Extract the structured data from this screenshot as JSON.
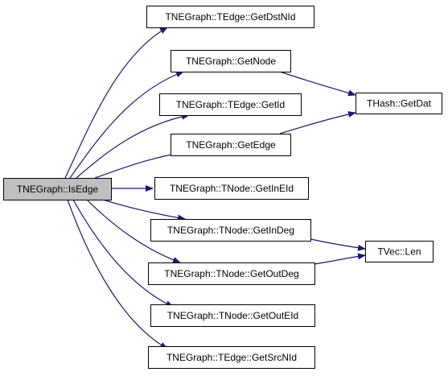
{
  "colors": {
    "edge": "#191970",
    "node_fill": "#ffffff",
    "root_fill": "#bfbfbf",
    "node_border": "#000000"
  },
  "nodes": [
    {
      "id": "isedge",
      "label": "TNEGraph::IsEdge",
      "root": true
    },
    {
      "id": "getdstnid",
      "label": "TNEGraph::TEdge::GetDstNId"
    },
    {
      "id": "getnode",
      "label": "TNEGraph::GetNode"
    },
    {
      "id": "tedge_getid",
      "label": "TNEGraph::TEdge::GetId"
    },
    {
      "id": "getedge",
      "label": "TNEGraph::GetEdge"
    },
    {
      "id": "getineid",
      "label": "TNEGraph::TNode::GetInEId"
    },
    {
      "id": "getindeg",
      "label": "TNEGraph::TNode::GetInDeg"
    },
    {
      "id": "getoutdeg",
      "label": "TNEGraph::TNode::GetOutDeg"
    },
    {
      "id": "getouteid",
      "label": "TNEGraph::TNode::GetOutEId"
    },
    {
      "id": "getsrcnid",
      "label": "TNEGraph::TEdge::GetSrcNId"
    },
    {
      "id": "thash_getdat",
      "label": "THash::GetDat"
    },
    {
      "id": "tvec_len",
      "label": "TVec::Len"
    }
  ],
  "edges": [
    {
      "from": "isedge",
      "to": "getdstnid"
    },
    {
      "from": "isedge",
      "to": "getnode"
    },
    {
      "from": "isedge",
      "to": "tedge_getid"
    },
    {
      "from": "isedge",
      "to": "getedge"
    },
    {
      "from": "isedge",
      "to": "getineid"
    },
    {
      "from": "isedge",
      "to": "getindeg"
    },
    {
      "from": "isedge",
      "to": "getoutdeg"
    },
    {
      "from": "isedge",
      "to": "getouteid"
    },
    {
      "from": "isedge",
      "to": "getsrcnid"
    },
    {
      "from": "getnode",
      "to": "thash_getdat"
    },
    {
      "from": "getedge",
      "to": "thash_getdat"
    },
    {
      "from": "getindeg",
      "to": "tvec_len"
    },
    {
      "from": "getoutdeg",
      "to": "tvec_len"
    }
  ]
}
